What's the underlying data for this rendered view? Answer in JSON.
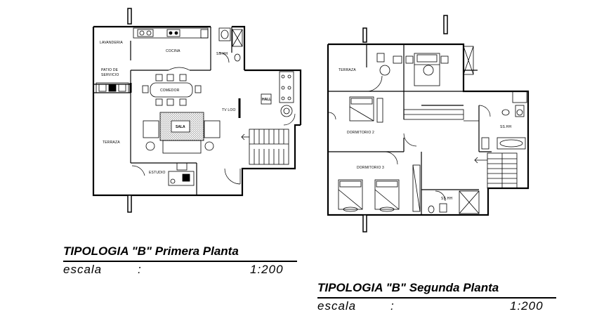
{
  "plan1": {
    "rooms": {
      "lavanderia": "LAVANDERIA",
      "cocina": "COCINA",
      "ssh": "SS.HH",
      "patio": "PATIO DE\nSERVICIO",
      "comedor": "COMEDOR",
      "hall": "HALL",
      "tv": "TV LOO",
      "sala": "SALA",
      "terraza": "TERRAZA",
      "estudio": "ESTUDIO"
    },
    "title": "TIPOLOGIA \"B\" Primera Planta",
    "scale_label": "escala",
    "scale_colon": ":",
    "scale_value": "1:200"
  },
  "plan2": {
    "rooms": {
      "terraza": "TERRAZA",
      "dormitorio2": "DORMITORIO 2",
      "dormitorio3": "DORMITORIO 3",
      "ssh_a": "SS.HH",
      "ssh_b": "SS.HH"
    },
    "title": "TIPOLOGIA \"B\" Segunda Planta",
    "scale_label": "escala",
    "scale_colon": ":",
    "scale_value": "1:200"
  }
}
